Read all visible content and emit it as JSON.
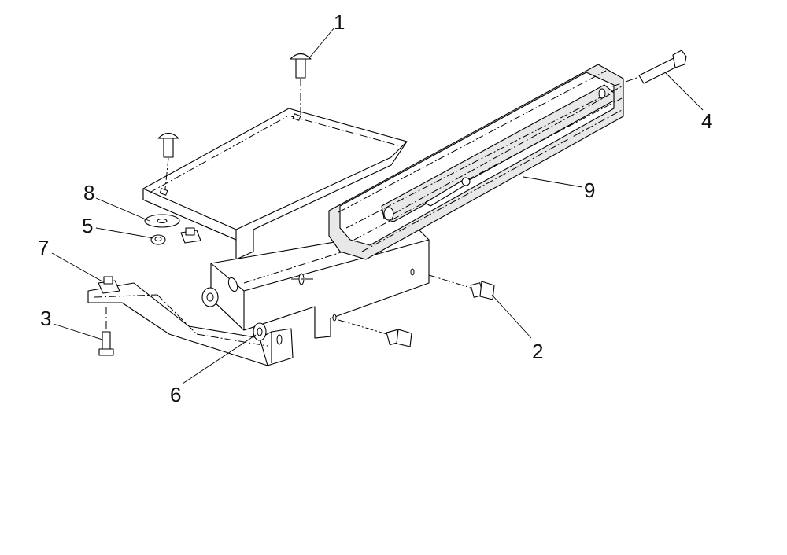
{
  "callouts": [
    {
      "num": "1"
    },
    {
      "num": "2"
    },
    {
      "num": "3"
    },
    {
      "num": "4"
    },
    {
      "num": "5"
    },
    {
      "num": "6"
    },
    {
      "num": "7"
    },
    {
      "num": "8"
    },
    {
      "num": "9"
    }
  ]
}
